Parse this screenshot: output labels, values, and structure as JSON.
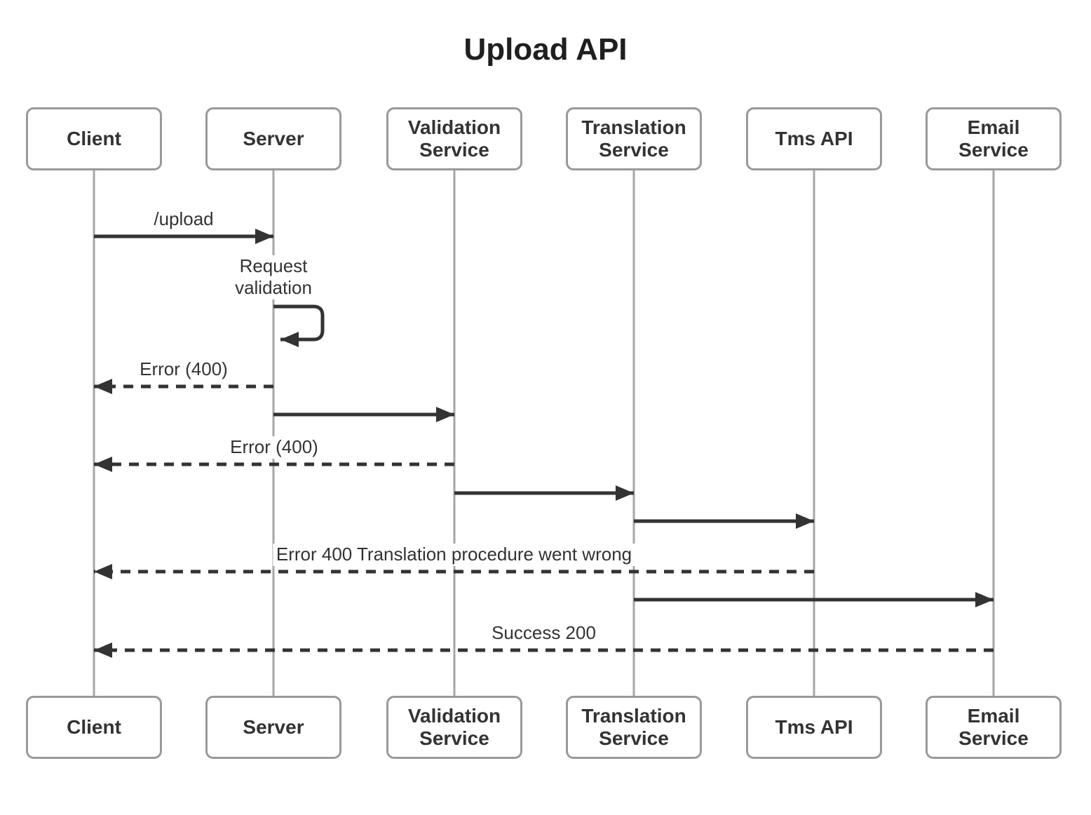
{
  "diagram": {
    "title": "Upload API",
    "participants": [
      {
        "id": "client",
        "label": "Client"
      },
      {
        "id": "server",
        "label": "Server"
      },
      {
        "id": "validation-service",
        "label": "Validation Service"
      },
      {
        "id": "translation-service",
        "label": "Translation Service"
      },
      {
        "id": "tms-api",
        "label": "Tms API"
      },
      {
        "id": "email-service",
        "label": "Email Service"
      }
    ],
    "messages": [
      {
        "from": "client",
        "to": "server",
        "style": "solid",
        "label": "/upload"
      },
      {
        "from": "server",
        "to": "server",
        "style": "self",
        "label": "Request validation"
      },
      {
        "from": "server",
        "to": "client",
        "style": "dashed",
        "label": "Error (400)"
      },
      {
        "from": "server",
        "to": "validation-service",
        "style": "solid",
        "label": ""
      },
      {
        "from": "validation-service",
        "to": "client",
        "style": "dashed",
        "label": "Error (400)"
      },
      {
        "from": "validation-service",
        "to": "translation-service",
        "style": "solid",
        "label": ""
      },
      {
        "from": "translation-service",
        "to": "tms-api",
        "style": "solid",
        "label": ""
      },
      {
        "from": "tms-api",
        "to": "client",
        "style": "dashed",
        "label": "Error 400 Translation procedure went wrong"
      },
      {
        "from": "translation-service",
        "to": "email-service",
        "style": "solid",
        "label": ""
      },
      {
        "from": "email-service",
        "to": "client",
        "style": "dashed",
        "label": "Success 200"
      }
    ],
    "colors": {
      "background": "#ffffff",
      "arrow": "#333333",
      "lifeline": "#a6a6a6",
      "box_border": "#999999",
      "box_fill": "#ffffff",
      "text": "#333333",
      "title": "#1f1f1f"
    }
  }
}
